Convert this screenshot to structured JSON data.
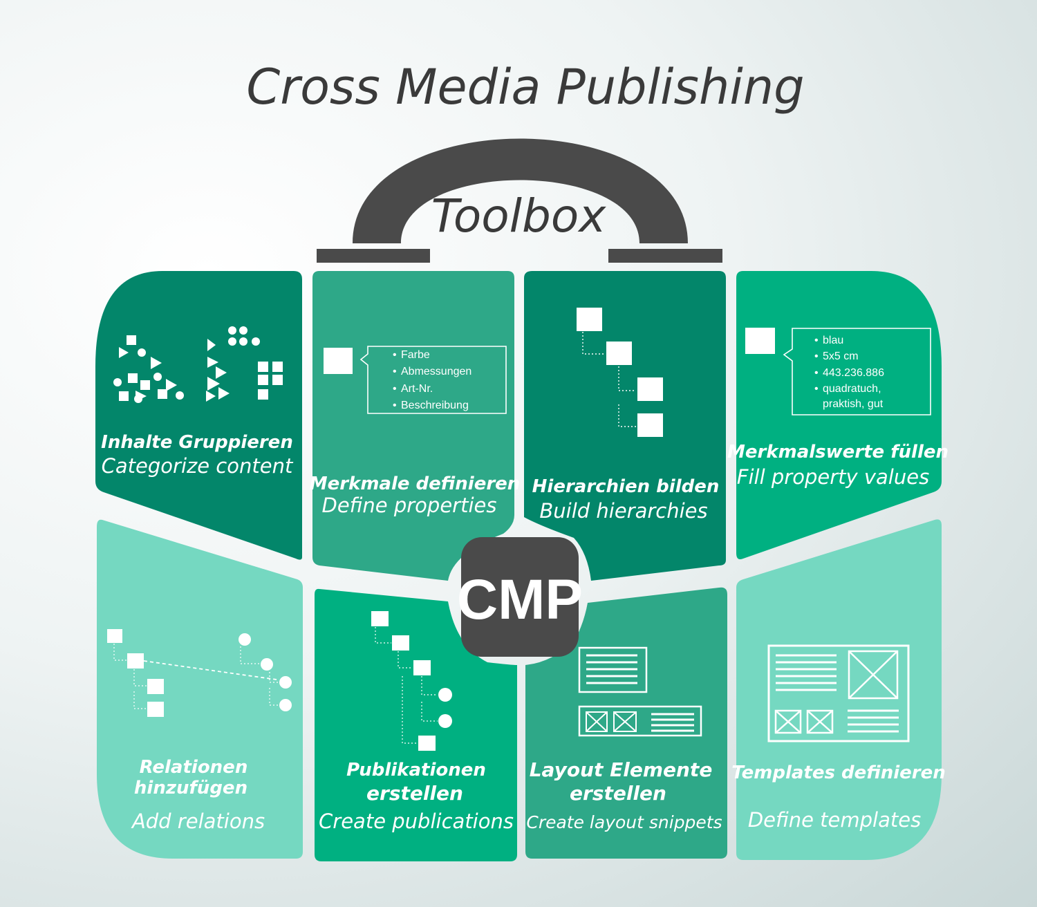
{
  "title": "Cross Media Publishing",
  "handle_label": "Toolbox",
  "center_badge": "CMP",
  "colors": {
    "handle": "#4a4a4a",
    "badge": "#4a4a4a",
    "dark_green": "#03866a",
    "mid_green": "#2ea888",
    "bright_green": "#00b081",
    "light_green": "#75d8c1"
  },
  "tiles": [
    {
      "de": "Inhalte Gruppieren",
      "en": "Categorize content"
    },
    {
      "de": "Merkmale definieren",
      "en": "Define properties",
      "list": [
        "Farbe",
        "Abmessungen",
        "Art-Nr.",
        "Beschreibung"
      ]
    },
    {
      "de": "Hierarchien bilden",
      "en": "Build hierarchies"
    },
    {
      "de": "Merkmalswerte füllen",
      "en": "Fill property values",
      "list": [
        "blau",
        "5x5 cm",
        "443.236.886",
        "quadratuch,",
        "praktish, gut"
      ]
    },
    {
      "de1": "Relationen",
      "de2": "hinzufügen",
      "en": "Add relations"
    },
    {
      "de1": "Publikationen",
      "de2": "erstellen",
      "en": "Create publications"
    },
    {
      "de1": "Layout Elemente",
      "de2": "erstellen",
      "en": "Create layout snippets"
    },
    {
      "de": "Templates definieren",
      "en": "Define templates"
    }
  ]
}
